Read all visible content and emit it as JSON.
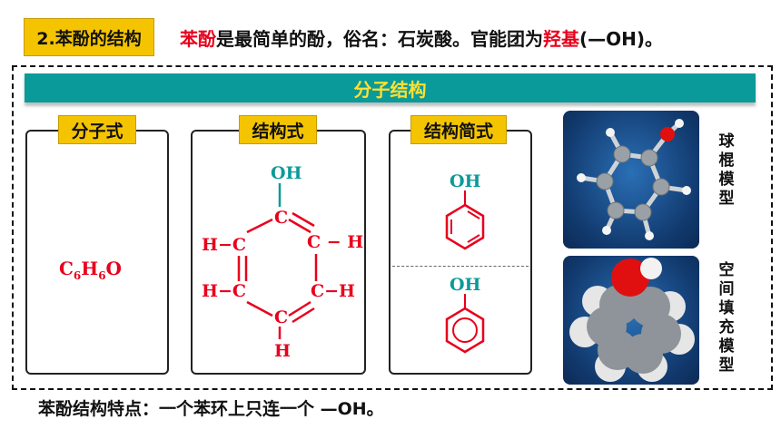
{
  "section_title": "2.苯酚的结构",
  "headline": {
    "part1": "苯酚",
    "part2": "是最简单的酚，俗名：石炭酸。官能团为",
    "part3": "羟基",
    "part4": "(—OH)。"
  },
  "banner": "分子结构",
  "panels": {
    "molecular_formula": {
      "label": "分子式",
      "formula": {
        "c": "C",
        "c_n": "6",
        "h": "H",
        "h_n": "6",
        "o": "O"
      }
    },
    "structural_formula": {
      "label": "结构式",
      "oh": "OH",
      "c": "C",
      "h": "H",
      "h_c": "H−C",
      "c_h": "C − H",
      "c_h2": "C−H"
    },
    "condensed_formula": {
      "label": "结构简式",
      "oh_top": "OH",
      "oh_bottom": "OH"
    }
  },
  "models": {
    "ball_stick": "球棍模型",
    "space_filling": "空间填充模型"
  },
  "footer": "苯酚结构特点：一个苯环上只连一个 —OH。",
  "colors": {
    "accent_red": "#e8001c",
    "teal": "#0b9a9a",
    "yellow": "#f5c400",
    "teal_text": "#0b9a9a"
  }
}
